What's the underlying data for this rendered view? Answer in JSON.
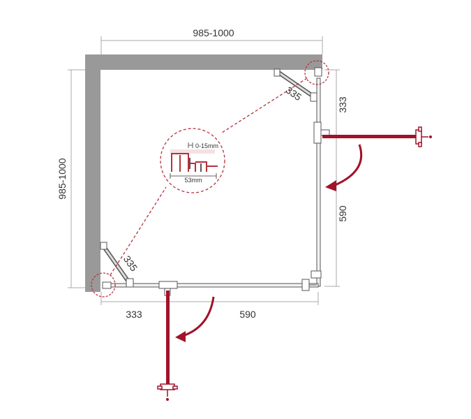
{
  "diagram": {
    "labels": {
      "top_width": "985-1000",
      "left_height": "985-1000",
      "right_top": "333",
      "right_bottom": "590",
      "bottom_left": "333",
      "bottom_right": "590",
      "hinge_top": "335",
      "hinge_bottom": "335",
      "detail_gap": "0-15mm",
      "detail_profile": "53mm"
    },
    "colors": {
      "wall": "#999999",
      "glass": "#555555",
      "door_open": "#a0132a",
      "detail_circle": "#b5313d",
      "dimension": "#aaaaaa",
      "text": "#333333"
    }
  }
}
